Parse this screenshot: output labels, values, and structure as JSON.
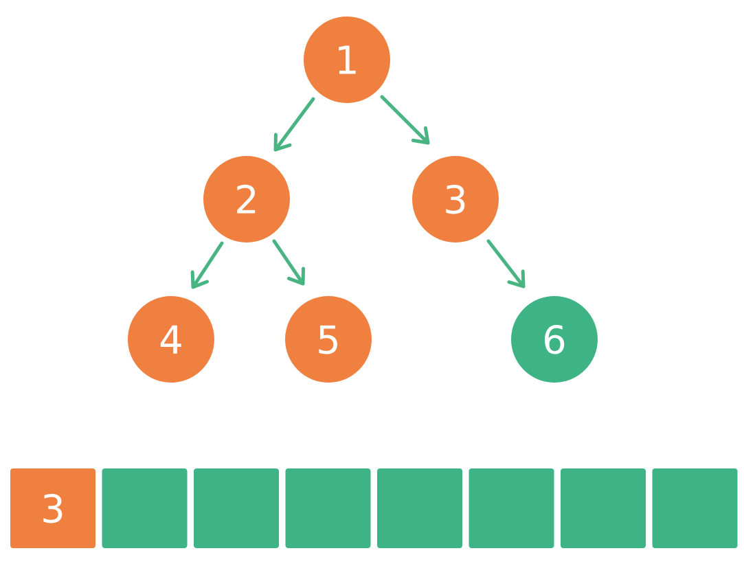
{
  "colors": {
    "visited": "#F08040",
    "current": "#3DB386",
    "edge": "#48B482",
    "label": "#FFFFFF"
  },
  "tree": {
    "nodes": [
      {
        "id": "n1",
        "label": "1",
        "state": "visited"
      },
      {
        "id": "n2",
        "label": "2",
        "state": "visited"
      },
      {
        "id": "n3",
        "label": "3",
        "state": "visited"
      },
      {
        "id": "n4",
        "label": "4",
        "state": "visited"
      },
      {
        "id": "n5",
        "label": "5",
        "state": "visited"
      },
      {
        "id": "n6",
        "label": "6",
        "state": "current"
      }
    ],
    "edges": [
      {
        "from": "n1",
        "to": "n2"
      },
      {
        "from": "n1",
        "to": "n3"
      },
      {
        "from": "n2",
        "to": "n4"
      },
      {
        "from": "n2",
        "to": "n5"
      },
      {
        "from": "n3",
        "to": "n6"
      }
    ]
  },
  "array": {
    "cells": [
      {
        "label": "3",
        "state": "visited"
      },
      {
        "label": "",
        "state": "current"
      },
      {
        "label": "",
        "state": "current"
      },
      {
        "label": "",
        "state": "current"
      },
      {
        "label": "",
        "state": "current"
      },
      {
        "label": "",
        "state": "current"
      },
      {
        "label": "",
        "state": "current"
      },
      {
        "label": "",
        "state": "current"
      }
    ]
  }
}
